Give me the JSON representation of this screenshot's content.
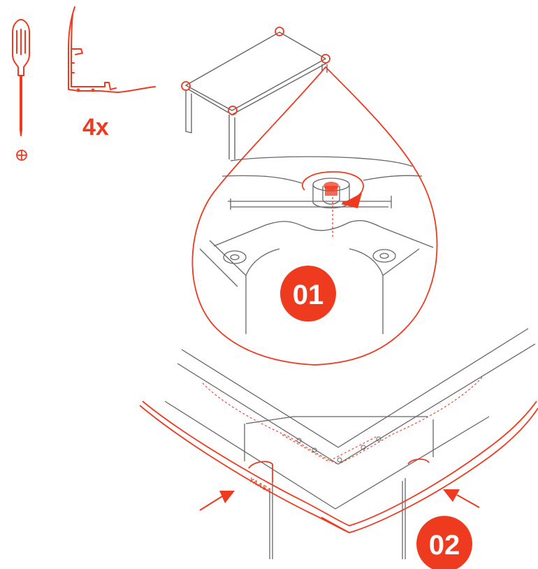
{
  "instruction": {
    "quantity_label": "4x",
    "tool_symbol": "⊕",
    "steps": [
      {
        "number": "01"
      },
      {
        "number": "02"
      }
    ],
    "brand_mark": "YAASA"
  },
  "colors": {
    "accent": "#ee3a1f",
    "line": "#555555",
    "line_light": "#888888",
    "background": "#ffffff"
  },
  "icons": [
    "screwdriver-icon",
    "phillips-head-icon",
    "corner-bumper-part",
    "rotation-arrow-icon",
    "push-arrow-icon"
  ]
}
